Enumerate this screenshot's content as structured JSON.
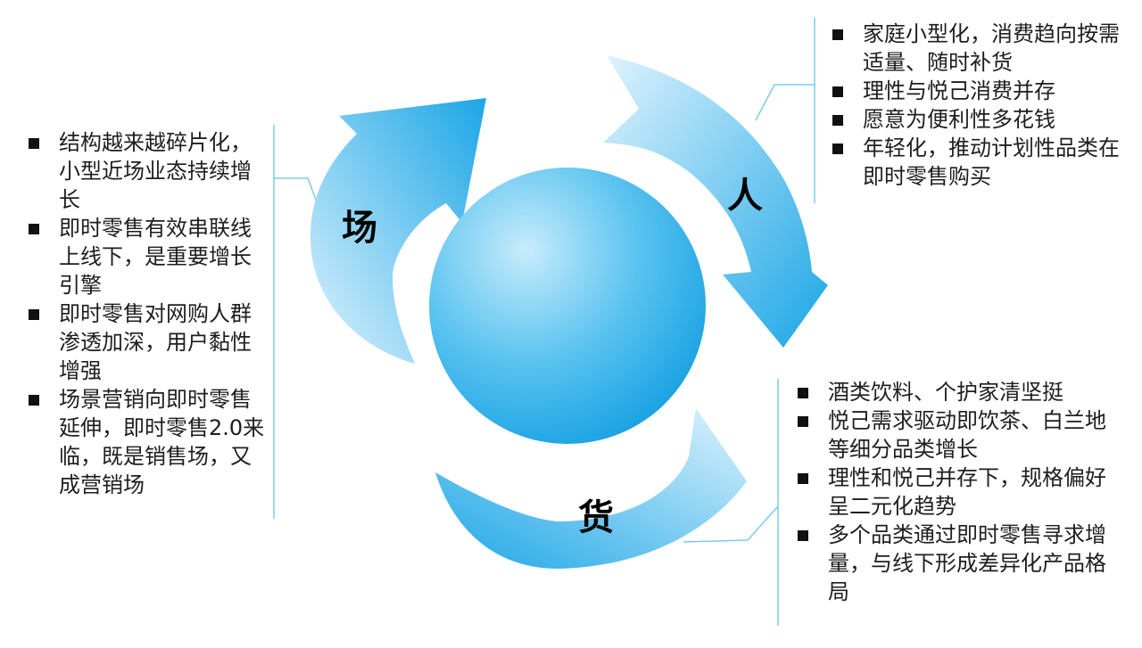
{
  "colors": {
    "arrow_light": "#dff3fd",
    "arrow_dark": "#1ba6e6",
    "sphere_light": "#c7ecfb",
    "sphere_dark": "#1aa3e3",
    "connector": "#7ccbef"
  },
  "labels": {
    "ren": "人",
    "huo": "货",
    "chang": "场"
  },
  "panels": {
    "ren": {
      "items": [
        "家庭小型化，消费趋向按需适量、随时补货",
        "理性与悦己消费并存",
        "愿意为便利性多花钱",
        "年轻化，推动计划性品类在即时零售购买"
      ]
    },
    "huo": {
      "items": [
        "酒类饮料、个护家清坚挺",
        "悦己需求驱动即饮茶、白兰地等细分品类增长",
        "理性和悦己并存下，规格偏好呈二元化趋势",
        "多个品类通过即时零售寻求增量，与线下形成差异化产品格局"
      ]
    },
    "chang": {
      "items": [
        "结构越来越碎片化，小型近场业态持续增长",
        "即时零售有效串联线上线下，是重要增长引擎",
        "即时零售对网购人群渗透加深，用户黏性增强",
        "场景营销向即时零售延伸，即时零售2.0来临，既是销售场，又成营销场"
      ]
    }
  }
}
